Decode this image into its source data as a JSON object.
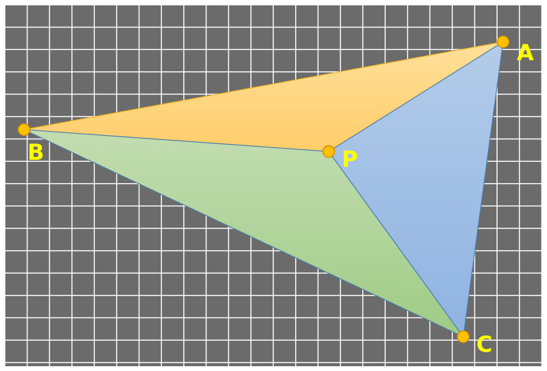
{
  "diagram": {
    "grid": {
      "background_color": "#6b6b6b",
      "line_color": "#ffffff"
    },
    "points": [
      {
        "id": "A",
        "label": "A"
      },
      {
        "id": "B",
        "label": "B"
      },
      {
        "id": "P",
        "label": "P"
      },
      {
        "id": "C",
        "label": "C"
      }
    ],
    "regions": [
      {
        "id": "triangle-APB",
        "vertices": [
          "A",
          "P",
          "B"
        ],
        "fill_top": "#ffe09a",
        "fill_bottom": "#ffcd6a",
        "stroke": "#f2b31e"
      },
      {
        "id": "triangle-BPC",
        "vertices": [
          "B",
          "P",
          "C"
        ],
        "fill_top": "#c3ddb1",
        "fill_bottom": "#9fcb85",
        "stroke": "#4a7fb0"
      },
      {
        "id": "triangle-APC",
        "vertices": [
          "A",
          "P",
          "C"
        ],
        "fill_top": "#b3cce9",
        "fill_bottom": "#8fb3e2",
        "stroke": "#4a7fb0"
      }
    ],
    "point_fill": "#ffc000",
    "point_stroke": "#d09000",
    "label_color": "#ffff00"
  }
}
